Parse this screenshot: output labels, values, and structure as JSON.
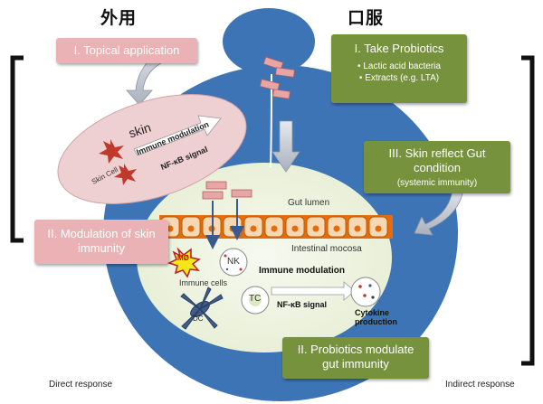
{
  "headers": {
    "left": "外用",
    "right": "口服"
  },
  "boxes": {
    "topical": "I. Topical application",
    "skin_modulation": "II. Modulation of skin immunity",
    "take_probiotics": {
      "title": "I. Take Probiotics",
      "items": [
        "• Lactic acid bacteria",
        "• Extracts (e.g. LTA)"
      ]
    },
    "skin_reflect": {
      "title": "III. Skin reflect Gut condition",
      "subtitle": "(systemic immunity)"
    },
    "gut_immunity": "II. Probiotics modulate gut immunity"
  },
  "skin_ellipse": {
    "skin": "skin",
    "immune_modulation": "Immune modulation",
    "nfkb": "NF-κB signal",
    "skin_cell": "Skin Cell"
  },
  "gut": {
    "lumen": "Gut lumen",
    "mucosa": "Intestinal mocosa",
    "immune_cells": "Immune cells",
    "immune_modulation": "Immune modulation",
    "nfkb": "NF-κB signal",
    "cytokine": "Cytokine production",
    "mo": "MØ",
    "nk": "NK",
    "tc": "TC",
    "dc": "DC"
  },
  "footer": {
    "left": "Direct response",
    "right": "Indirect response"
  },
  "colors": {
    "body_blue": "#3d74b6",
    "gut_bg": "#ebf1de",
    "green": "#76923c",
    "pink": "#eab2b5",
    "cell_orange": "#e46c0a"
  }
}
